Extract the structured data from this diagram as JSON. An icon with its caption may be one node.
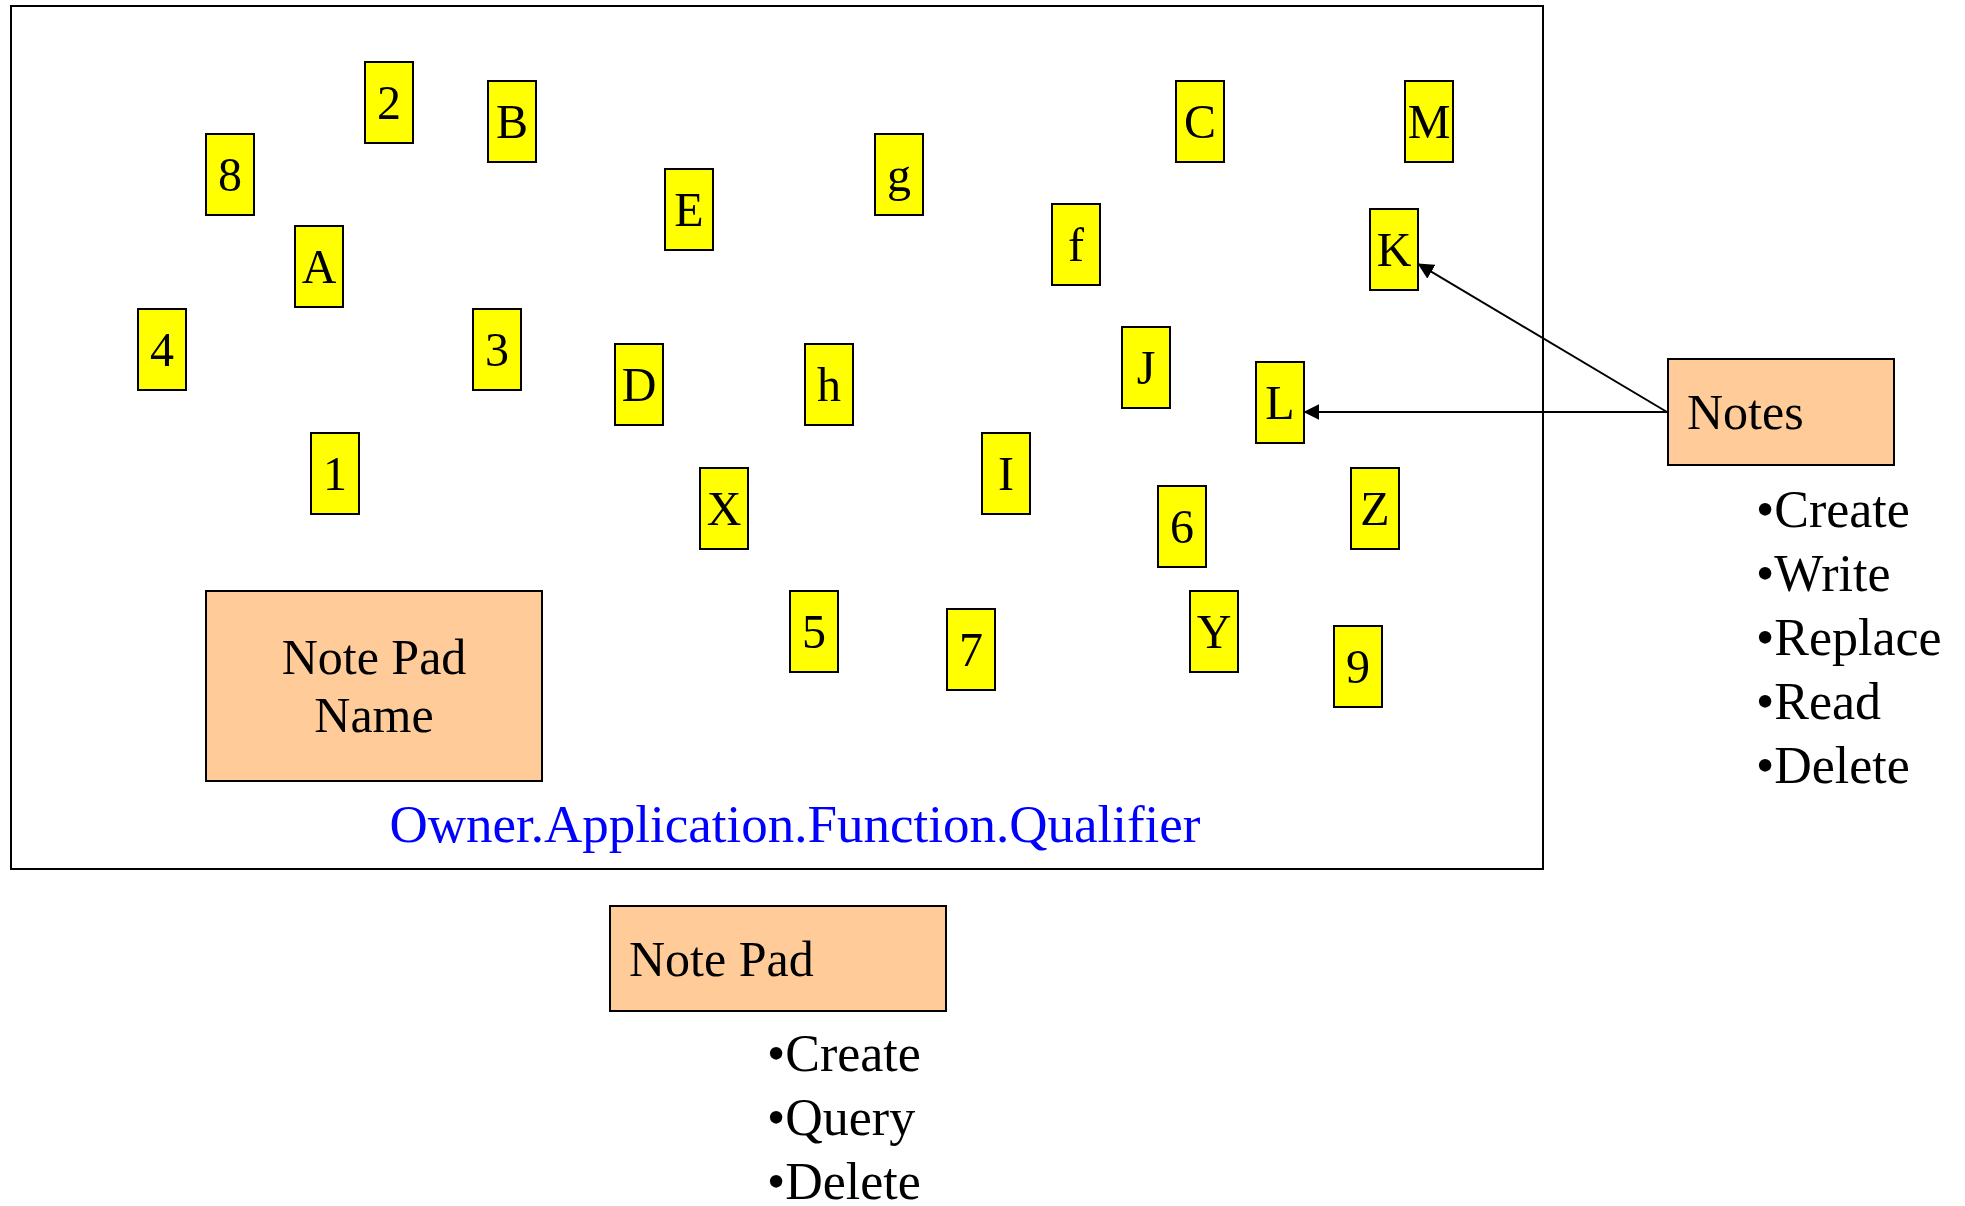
{
  "diagram": {
    "nodes": [
      {
        "text": [
          "Owner.Application.Function.Qualifier"
        ]
      },
      {
        "text": [
          "2"
        ],
        "in": 0
      },
      {
        "text": [
          "B"
        ],
        "in": 0
      },
      {
        "text": [
          "C"
        ],
        "in": 0
      },
      {
        "text": [
          "M"
        ],
        "in": 0
      },
      {
        "text": [
          "8"
        ],
        "in": 0
      },
      {
        "text": [
          "g"
        ],
        "in": 0
      },
      {
        "text": [
          "E"
        ],
        "in": 0
      },
      {
        "text": [
          "f"
        ],
        "in": 0
      },
      {
        "text": [
          "K"
        ],
        "in": 0
      },
      {
        "text": [
          "A"
        ],
        "in": 0
      },
      {
        "text": [
          "4"
        ],
        "in": 0
      },
      {
        "text": [
          "3"
        ],
        "in": 0
      },
      {
        "text": [
          "J"
        ],
        "in": 0
      },
      {
        "text": [
          "D"
        ],
        "in": 0
      },
      {
        "text": [
          "h"
        ],
        "in": 0
      },
      {
        "text": [
          "L"
        ],
        "in": 0
      },
      {
        "text": [
          "Notes"
        ],
        "beside": [
          "•Create",
          "•Write",
          "•Replace",
          "•Read",
          "•Delete"
        ]
      },
      {
        "text": [
          "1"
        ],
        "in": 0
      },
      {
        "text": [
          "I"
        ],
        "in": 0
      },
      {
        "text": [
          "X"
        ],
        "in": 0
      },
      {
        "text": [
          "Z"
        ],
        "in": 0
      },
      {
        "text": [
          "6"
        ],
        "in": 0
      },
      {
        "text": [
          "Note Pad Name"
        ],
        "in": 0
      },
      {
        "text": [
          "5"
        ],
        "in": 0
      },
      {
        "text": [
          "Y"
        ],
        "in": 0
      },
      {
        "text": [
          "7"
        ],
        "in": 0
      },
      {
        "text": [
          "9"
        ],
        "in": 0
      },
      {
        "text": [
          "Note Pad"
        ],
        "beside": [
          "•Create",
          "•Query",
          "•Delete"
        ]
      }
    ],
    "edges": [
      {
        "from": 17,
        "to": 9,
        "arrow": "to"
      },
      {
        "from": 17,
        "to": 16,
        "arrow": "to"
      }
    ]
  }
}
